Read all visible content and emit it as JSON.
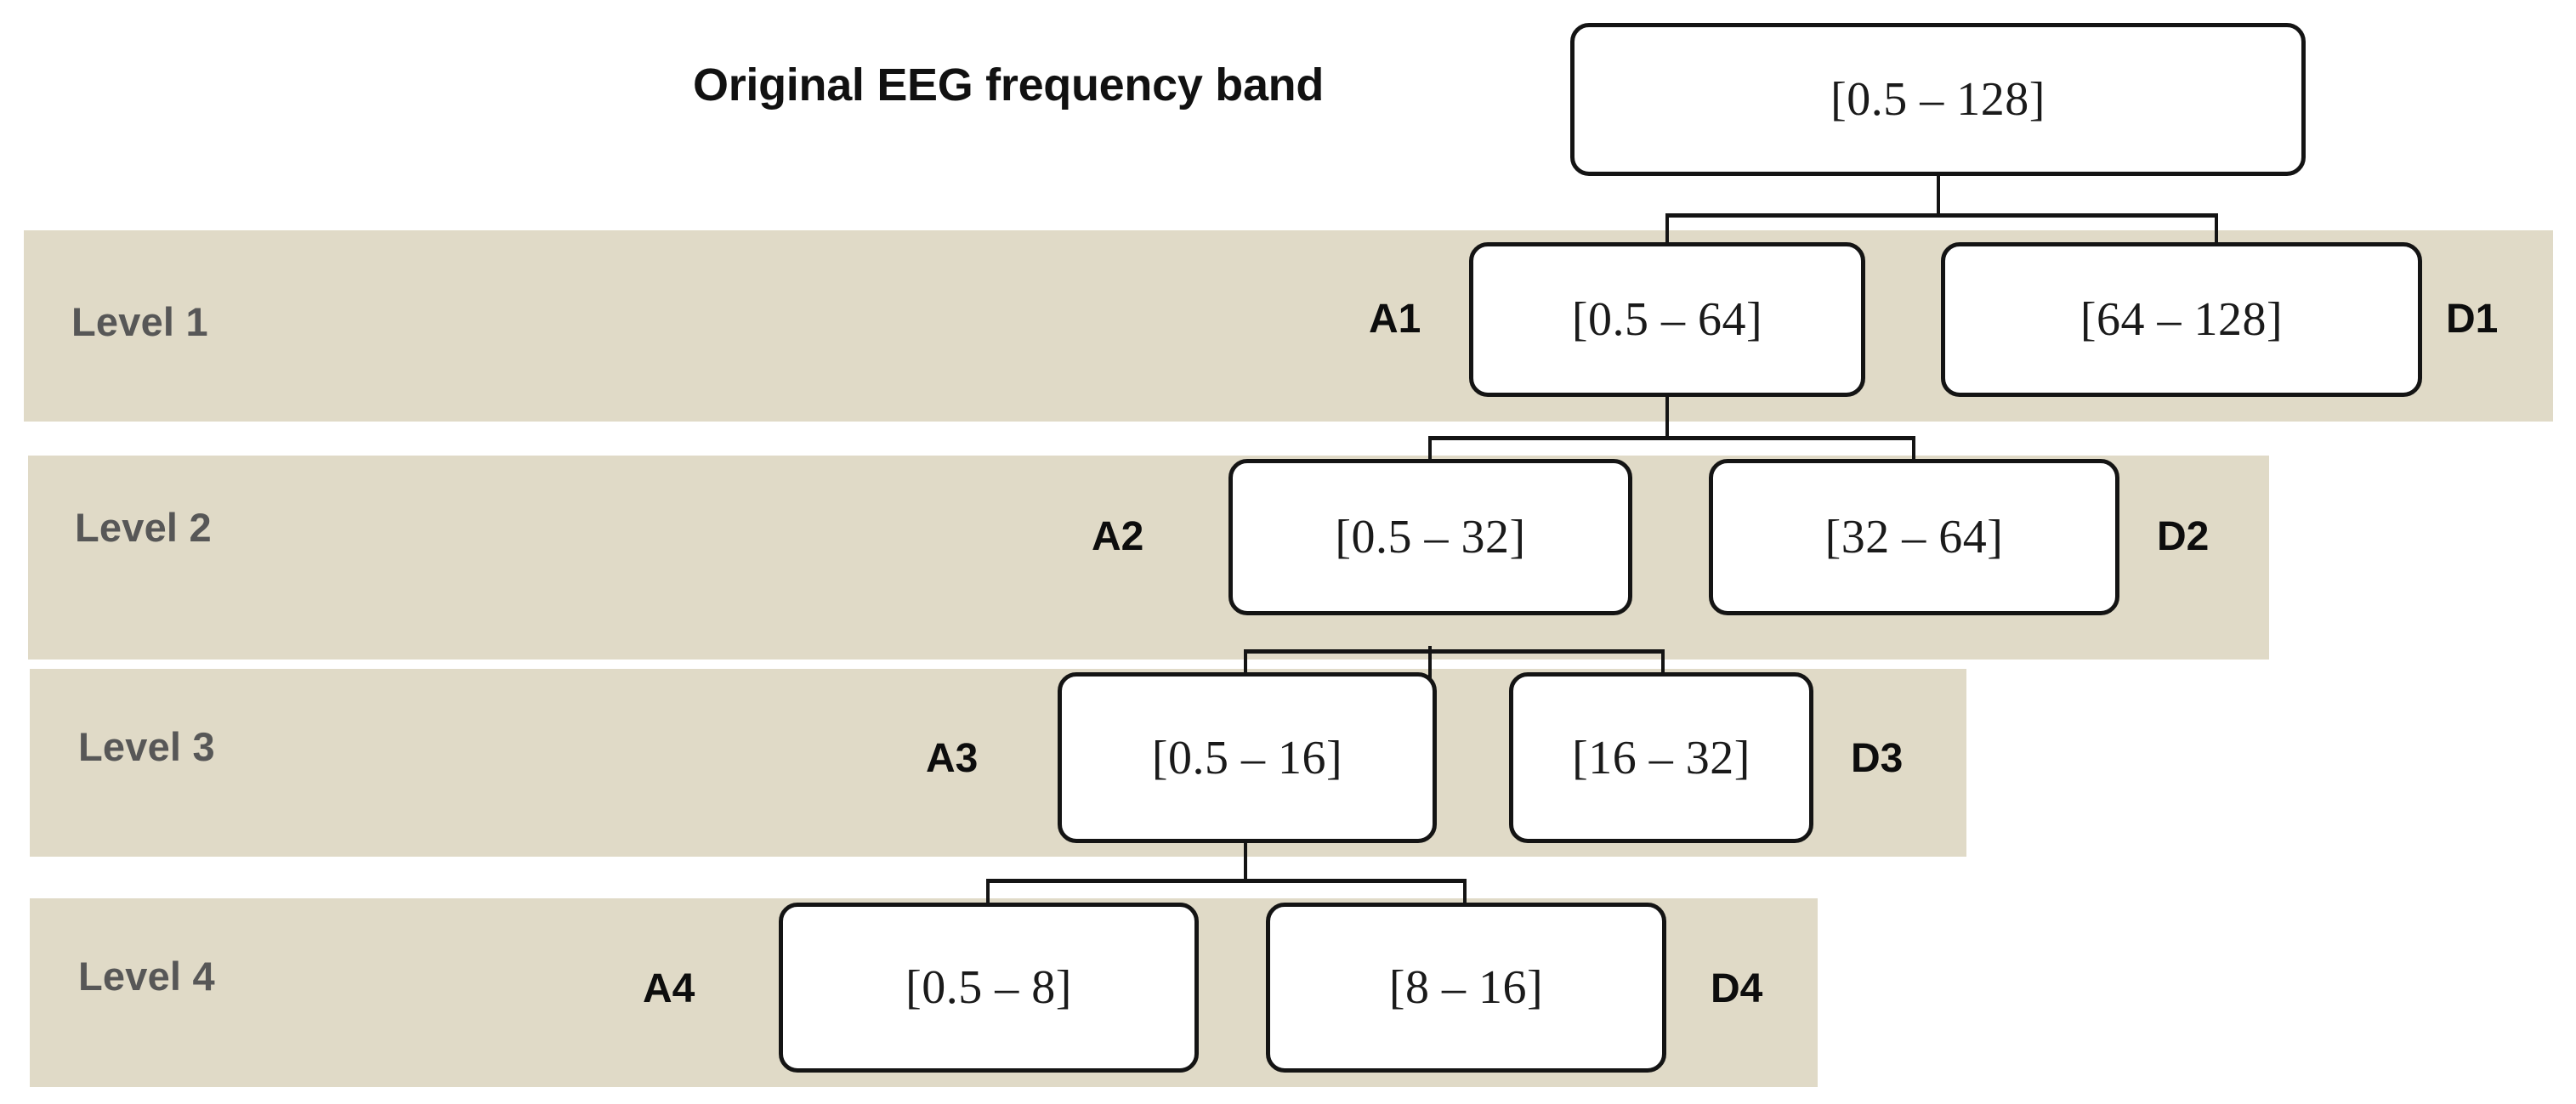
{
  "diagram": {
    "title_label": "Original EEG frequency band",
    "root": {
      "band": "[0.5 – 128]"
    },
    "levels": [
      {
        "label": "Level 1",
        "approx_label": "A1",
        "approx_band": "[0.5 – 64]",
        "detail_label": "D1",
        "detail_band": "[64 – 128]"
      },
      {
        "label": "Level 2",
        "approx_label": "A2",
        "approx_band": "[0.5 – 32]",
        "detail_label": "D2",
        "detail_band": "[32 – 64]"
      },
      {
        "label": "Level 3",
        "approx_label": "A3",
        "approx_band": "[0.5 – 16]",
        "detail_label": "D3",
        "detail_band": "[16 – 32]"
      },
      {
        "label": "Level 4",
        "approx_label": "A4",
        "approx_band": "[0.5 – 8]",
        "detail_label": "D4",
        "detail_band": "[8 – 16]"
      }
    ],
    "colors": {
      "band_background": "#e0dac7",
      "box_border": "#141414",
      "box_fill": "#ffffff",
      "level_label_text": "#575757",
      "page_background": "#ffffff"
    }
  }
}
